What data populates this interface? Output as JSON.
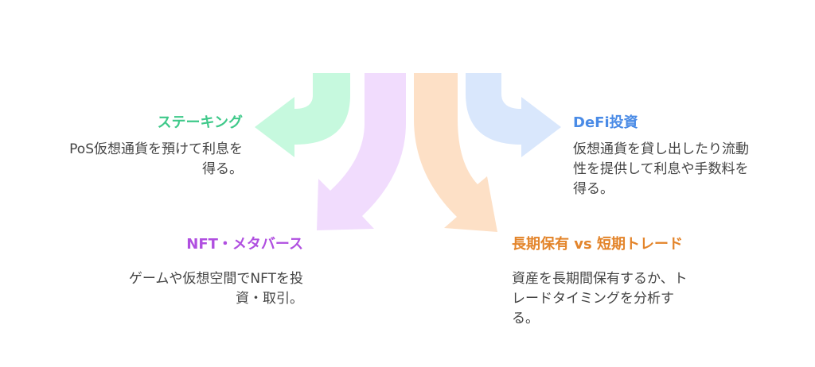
{
  "colors": {
    "staking": "#3fc98a",
    "nft": "#b04fe0",
    "trade": "#e3842a",
    "defi": "#4a8be6",
    "staking_arrow": "#c6f9de",
    "nft_arrow": "#f1dcfd",
    "trade_arrow": "#fde0c6",
    "defi_arrow": "#d9e7fc",
    "text": "#444444"
  },
  "items": {
    "staking": {
      "title": "ステーキング",
      "desc_line1": "PoS仮想通貨を預けて利息を",
      "desc_line2": "得る。"
    },
    "nft": {
      "title": "NFT・メタバース",
      "desc_line1": "ゲームや仮想空間でNFTを投",
      "desc_line2": "資・取引。"
    },
    "trade": {
      "title": "長期保有 vs 短期トレード",
      "desc_line1": "資産を長期間保有するか、ト",
      "desc_line2": "レードタイミングを分析す",
      "desc_line3": "る。"
    },
    "defi": {
      "title": "DeFi投資",
      "desc_line1": "仮想通貨を貸し出したり流動",
      "desc_line2": "性を提供して利息や手数料を",
      "desc_line3": "得る。"
    }
  }
}
